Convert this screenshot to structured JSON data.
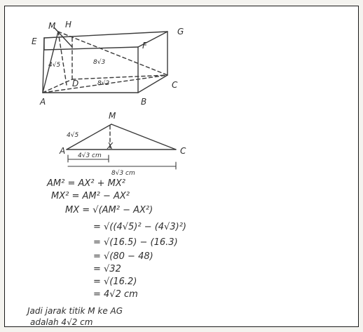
{
  "colors": {
    "ink": "#3a3a3a",
    "paper": "#ffffff",
    "border": "#1a1a1a"
  },
  "box_figure": {
    "vertex_labels": {
      "M": "M",
      "H": "H",
      "E": "E",
      "G": "G",
      "F": "F",
      "A": "A",
      "B": "B",
      "C": "C",
      "D": "D"
    },
    "edge_labels": {
      "am": "4√5",
      "mc": "8√3",
      "ac": "8√2"
    }
  },
  "triangle_figure": {
    "vertex_labels": {
      "M": "M",
      "A": "A",
      "X": "X",
      "C": "C"
    },
    "side_label": "4√5",
    "ax_label": "4√3 cm",
    "ac_label": "8√3 cm"
  },
  "steps": [
    "AM² = AX² + MX²",
    "MX² = AM² − AX²",
    "MX = √(AM² − AX²)",
    "= √((4√5)² − (4√3)²)",
    "= √(16.5) − (16.3)",
    "= √(80 − 48)",
    "= √32",
    "= √(16.2)",
    "= 4√2 cm"
  ],
  "conclusion": [
    "Jadi jarak titik M ke AG",
    "adalah 4√2 cm"
  ]
}
